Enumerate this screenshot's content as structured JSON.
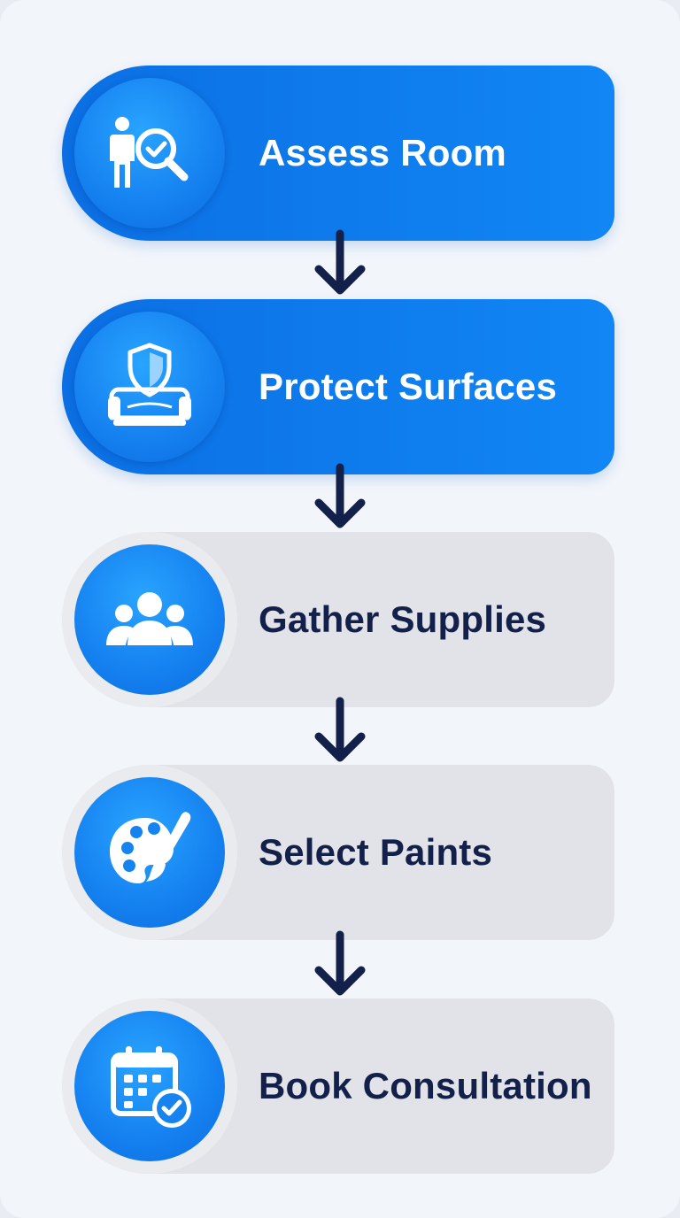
{
  "colors": {
    "active_fill": "#0b78ec",
    "pending_fill": "#e1e3e8",
    "icon_circle": "#1683f1",
    "arrow": "#13214a",
    "pending_text": "#13214a",
    "active_text": "#ffffff"
  },
  "steps": [
    {
      "label": "Assess Room",
      "icon": "person-magnifier-check-icon",
      "state": "active"
    },
    {
      "label": "Protect Surfaces",
      "icon": "shield-sofa-icon",
      "state": "active"
    },
    {
      "label": "Gather Supplies",
      "icon": "group-people-icon",
      "state": "pending"
    },
    {
      "label": "Select Paints",
      "icon": "palette-brush-icon",
      "state": "pending"
    },
    {
      "label": "Book Consultation",
      "icon": "calendar-check-icon",
      "state": "pending"
    }
  ]
}
